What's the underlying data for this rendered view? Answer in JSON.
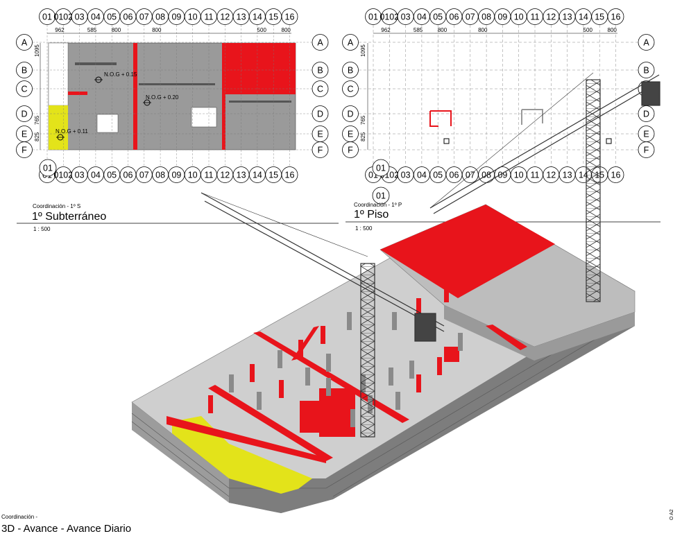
{
  "grid": {
    "columns": [
      "01",
      "0102",
      "03",
      "04",
      "05",
      "06",
      "07",
      "08",
      "09",
      "10",
      "11",
      "12",
      "13",
      "14",
      "15",
      "16"
    ],
    "rows": [
      "A",
      "B",
      "C",
      "D",
      "E",
      "F"
    ],
    "extra_left_column": "01",
    "extra_right_column": "01"
  },
  "dimensions": {
    "top": [
      "962",
      "585",
      "800",
      "800",
      "500",
      "800"
    ],
    "left": [
      "1095",
      "765",
      "825"
    ]
  },
  "plan_left": {
    "level_labels": [
      "N.O.G + 0.15",
      "N.O.G + 0.20",
      "N.O.G + 0.11"
    ],
    "view": {
      "category": "Coordinación -  1º S",
      "title": "1º Subterráneo",
      "scale": "1 : 500"
    }
  },
  "plan_right": {
    "view": {
      "category": "Coordinación -  1º P",
      "title": "1º Piso",
      "scale": "1 : 500"
    }
  },
  "view_3d": {
    "category": "Coordinación -",
    "title": "3D - Avance -  Avance Diario"
  },
  "sheet_code": "O A2",
  "colors": {
    "concrete": "#c8c8c8",
    "concrete_dark": "#8e8e8e",
    "progress_red": "#e8141b",
    "highlight_yellow": "#e3e31a",
    "crane": "#3a3a3a"
  }
}
